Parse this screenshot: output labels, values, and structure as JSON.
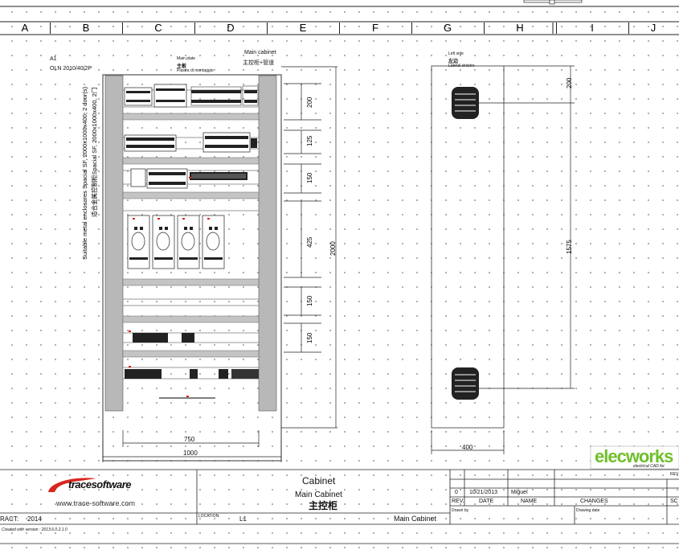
{
  "columns": [
    "A",
    "B",
    "C",
    "D",
    "E",
    "F",
    "G",
    "H",
    "I",
    "J"
  ],
  "header_labels": {
    "a1": "A1",
    "oln": "OLN 2010/40/2P",
    "main_plate": "Main plate",
    "main_plate_cn": "主板",
    "main_plate_sub": "Piastra di montaggio",
    "main_cabinet": "Main cabinet",
    "main_cabinet_cn": "主控柜+管道",
    "left_side": "Left side",
    "left_side_cn": "左边",
    "left_side_sub": "Lateral sinistro"
  },
  "enclosure_text_1": "Suitable metal enclosures Spacial SF, 2000x1000x400, 2 door(s)",
  "enclosure_text_2": "适合金属控制柜Spacial SF, 2000x1000x400, 2门",
  "dimensions": {
    "d200": "200",
    "d125": "125",
    "d150a": "150",
    "d425": "425",
    "d150b": "150",
    "d150c": "150",
    "d2000": "2000",
    "d750": "750",
    "d1000": "1000",
    "side_200": "200",
    "side_1575": "1575",
    "side_400": "400"
  },
  "title_block": {
    "logo_text": "tracesoftware",
    "website": "www.trace-software.com",
    "title": "Cabinet",
    "subtitle": "Main Cabinet",
    "subtitle_cn": "主控柜",
    "contract_label": "RACT:",
    "contract_value": "2014",
    "location_label": "LOCATION:",
    "location_value": "L1",
    "location_name": "Main Cabinet",
    "rev_no": "0",
    "rev_date": "10/21/2013",
    "rev_name": "Miguel",
    "rev_label": "REV.",
    "date_label": "DATE",
    "name_label": "NAME",
    "changes_label": "CHANGES",
    "drawn_by_label": "Drawn by",
    "drawing_date_label": "Drawing date",
    "version_note": "Created with version : 2013.6.0.2.1.0",
    "brand": "elecworks",
    "brand_sub": "electrical CAD for",
    "rev_corner": "REV",
    "sc_corner": "SC"
  },
  "colors": {
    "rail_gray": "#b8b8b8",
    "panel_line": "#333333",
    "brand_green": "#6fbf2a",
    "logo_red": "#d9251d"
  }
}
